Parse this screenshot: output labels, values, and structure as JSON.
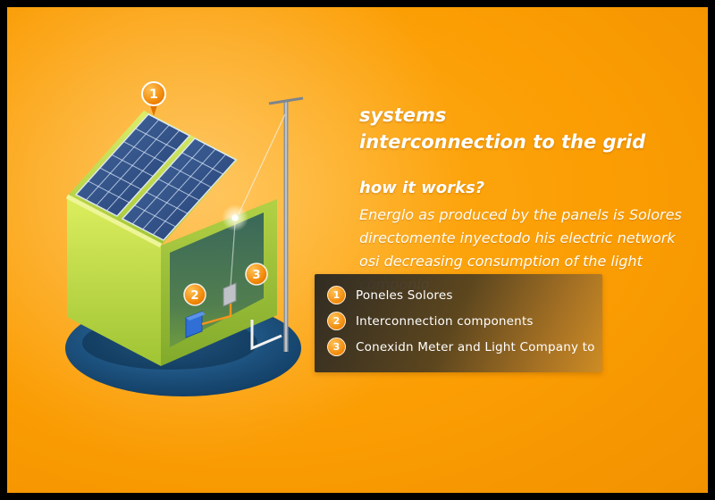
{
  "slide": {
    "title_line1": "systems",
    "title_line2": "interconnection to the grid",
    "subtitle": "how it works?",
    "body_lines": [
      "Energlo as produced by the panels is Solores",
      "directomente inyectodo his electric network",
      "osi decreasing consumption of the light componlo"
    ]
  },
  "legend": {
    "items": [
      {
        "number": "1",
        "label": "Poneles Solores"
      },
      {
        "number": "2",
        "label": "Interconnection components"
      },
      {
        "number": "3",
        "label": "Conexidn Meter and Light Company to"
      }
    ]
  },
  "diagram": {
    "markers": [
      {
        "number": "1",
        "target": "solar-panels"
      },
      {
        "number": "2",
        "target": "interconnection-components"
      },
      {
        "number": "3",
        "target": "meter-and-light-company-connection"
      }
    ]
  },
  "colors": {
    "background_orange": "#FB9D03",
    "frame_black": "#000000",
    "marker_orange": "#EF8200",
    "panel_blue": "#2E4E8C",
    "house_green": "#A6C838",
    "base_navy": "#16466F",
    "text_white": "#FFFFFF"
  }
}
